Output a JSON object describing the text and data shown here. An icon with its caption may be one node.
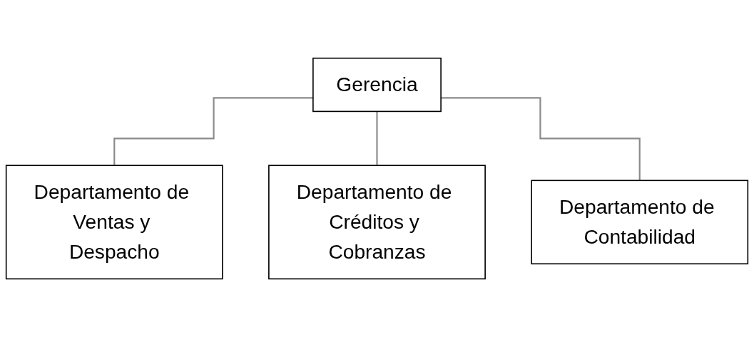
{
  "diagram": {
    "nodes": [
      {
        "text": [
          "Gerencia"
        ]
      },
      {
        "text": [
          "Departamento de Ventas y Despacho"
        ]
      },
      {
        "text": [
          "Departamento de Créditos y Cobranzas"
        ]
      },
      {
        "text": [
          "Departamento de Contabilidad"
        ]
      }
    ],
    "edges": [
      {
        "from": 0,
        "to": 1,
        "arrow": "none"
      },
      {
        "from": 0,
        "to": 2,
        "arrow": "none"
      },
      {
        "from": 0,
        "to": 3,
        "arrow": "none"
      }
    ]
  }
}
